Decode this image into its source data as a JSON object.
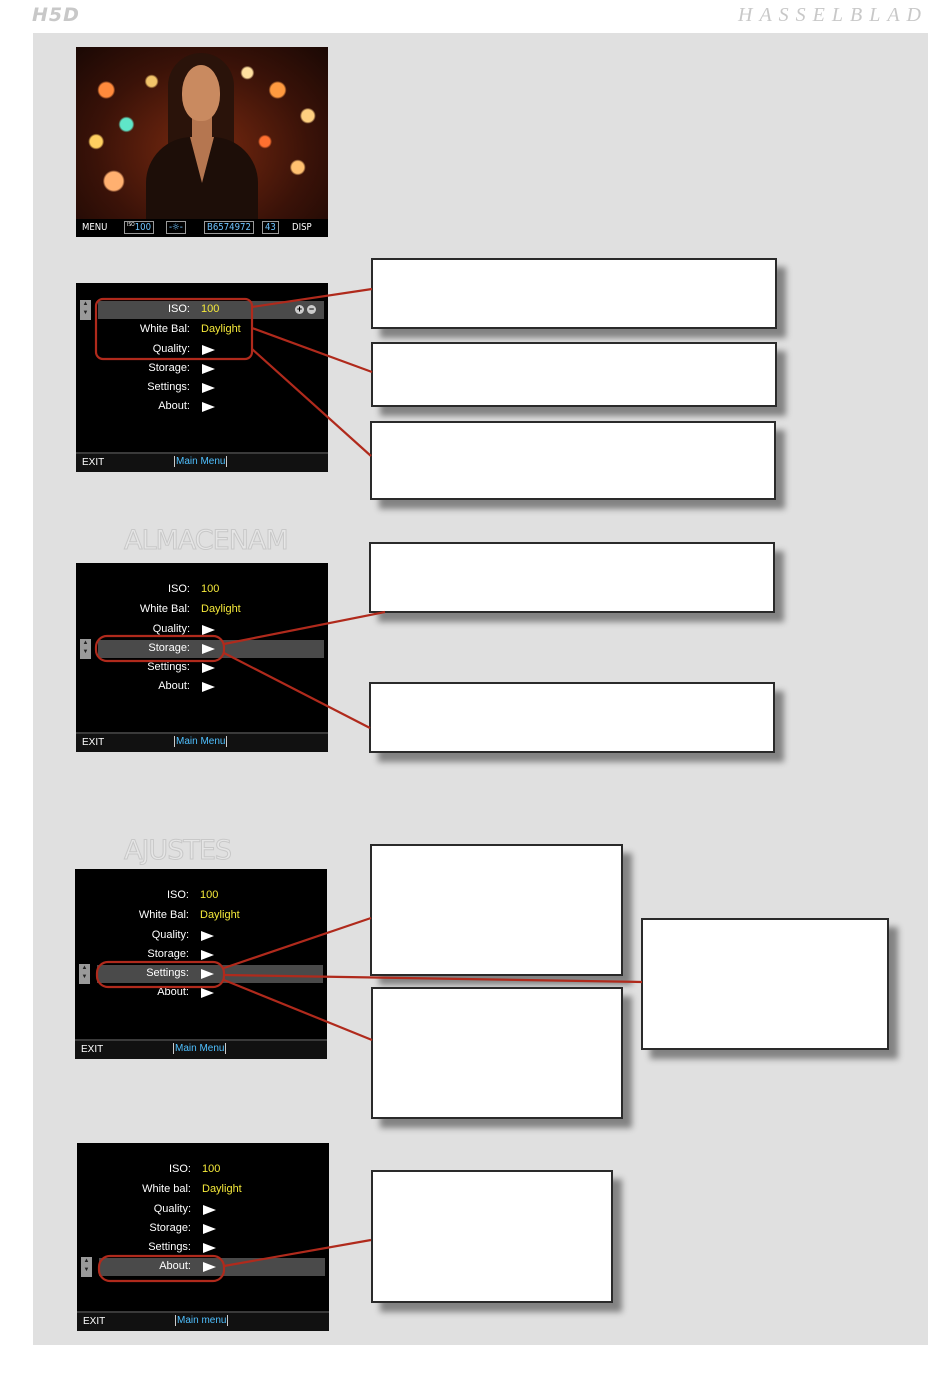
{
  "header": {
    "model": "H5D",
    "brand": "HASSELBLAD"
  },
  "photo_bar": {
    "menu": "MENU",
    "iso_label": "ISO",
    "iso": "100",
    "wb_icon": "-☼-",
    "file": "B6574972",
    "count": "43",
    "disp": "DISP"
  },
  "screen1": {
    "rows": [
      {
        "label": "ISO:",
        "value": "100"
      },
      {
        "label": "White Bal:",
        "value": "Daylight"
      },
      {
        "label": "Quality:"
      },
      {
        "label": "Storage:"
      },
      {
        "label": "Settings:"
      },
      {
        "label": "About:"
      }
    ],
    "exit": "EXIT",
    "main_menu": "Main Menu"
  },
  "section2": {
    "title": "ALMACENAM"
  },
  "screen2": {
    "rows": [
      {
        "label": "ISO:",
        "value": "100"
      },
      {
        "label": "White Bal:",
        "value": "Daylight"
      },
      {
        "label": "Quality:"
      },
      {
        "label": "Storage:"
      },
      {
        "label": "Settings:"
      },
      {
        "label": "About:"
      }
    ],
    "exit": "EXIT",
    "main_menu": "Main Menu"
  },
  "section3": {
    "title": "AJUSTES"
  },
  "screen3": {
    "rows": [
      {
        "label": "ISO:",
        "value": "100"
      },
      {
        "label": "White Bal:",
        "value": "Daylight"
      },
      {
        "label": "Quality:"
      },
      {
        "label": "Storage:"
      },
      {
        "label": "Settings:"
      },
      {
        "label": "About:"
      }
    ],
    "exit": "EXIT",
    "main_menu": "Main Menu"
  },
  "screen4": {
    "rows": [
      {
        "label": "ISO:",
        "value": "100"
      },
      {
        "label": "White bal:",
        "value": "Daylight"
      },
      {
        "label": "Quality:"
      },
      {
        "label": "Storage:"
      },
      {
        "label": "Settings:"
      },
      {
        "label": "About:"
      }
    ],
    "exit": "EXIT",
    "main_menu": "Main menu"
  },
  "colors": {
    "leader": "#b02a1c",
    "highlight": "#4a4a4a",
    "value": "#f5e93a",
    "main_menu": "#4fc0ff"
  }
}
